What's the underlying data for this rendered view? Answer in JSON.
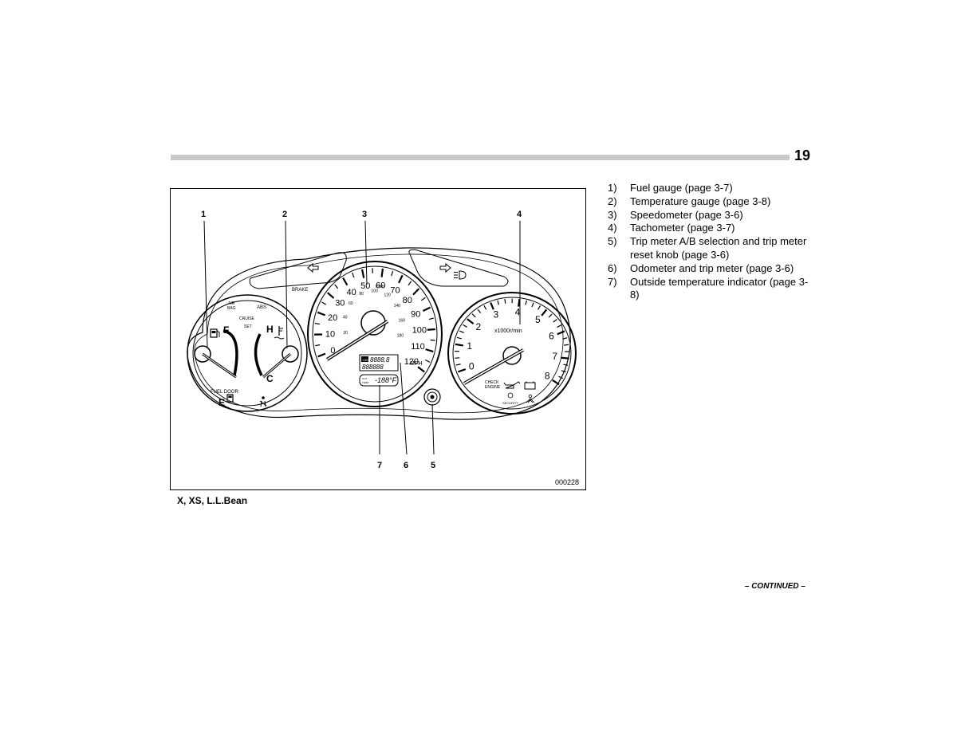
{
  "page": {
    "number": "19",
    "continued": "– CONTINUED –"
  },
  "figure": {
    "id": "000228",
    "caption": "X, XS, L.L.Bean",
    "callouts": [
      "1",
      "2",
      "3",
      "4",
      "7",
      "6",
      "5"
    ],
    "gauge_labels": {
      "fuel_full": "F",
      "fuel_empty": "E",
      "temp_hot": "H",
      "temp_cold": "C",
      "fuel_door": "FUEL DOOR",
      "airbag_line1": "AIR",
      "airbag_line2": "BAG",
      "abs": "ABS",
      "cruise": "CRUISE",
      "set": "SET",
      "brake": "BRAKE",
      "speed_unit": "MPH",
      "kmh_unit": "km/h",
      "rpm_unit": "x1000r/min",
      "check_engine_line1": "CHECK",
      "check_engine_line2": "ENGINE",
      "security": "SECURITY",
      "odometer_line1": "8888.8",
      "odometer_line2": "888888",
      "odometer_prefix": "ODO",
      "outside_temp": "-188°F"
    },
    "speed_labels": [
      "0",
      "10",
      "20",
      "30",
      "40",
      "50",
      "60",
      "70",
      "80",
      "90",
      "100",
      "110",
      "120"
    ],
    "kmh_labels": [
      "20",
      "40",
      "60",
      "80",
      "100",
      "120",
      "140",
      "160",
      "180"
    ],
    "tach_labels": [
      "0",
      "1",
      "2",
      "3",
      "4",
      "5",
      "6",
      "7",
      "8"
    ],
    "icons": [
      "turn-left-arrow-icon",
      "turn-right-arrow-icon",
      "high-beam-icon",
      "fuel-pump-icon",
      "coolant-temp-icon",
      "oil-pressure-icon",
      "battery-icon",
      "seatbelt-icon"
    ]
  },
  "legend": [
    {
      "num": "1)",
      "text": "Fuel gauge (page 3-7)"
    },
    {
      "num": "2)",
      "text": "Temperature gauge (page 3-8)"
    },
    {
      "num": "3)",
      "text": "Speedometer (page 3-6)"
    },
    {
      "num": "4)",
      "text": "Tachometer (page 3-7)"
    },
    {
      "num": "5)",
      "text": "Trip meter A/B selection and trip meter reset knob (page 3-6)"
    },
    {
      "num": "6)",
      "text": "Odometer and trip meter (page 3-6)"
    },
    {
      "num": "7)",
      "text": "Outside temperature indicator (page 3-8)"
    }
  ]
}
